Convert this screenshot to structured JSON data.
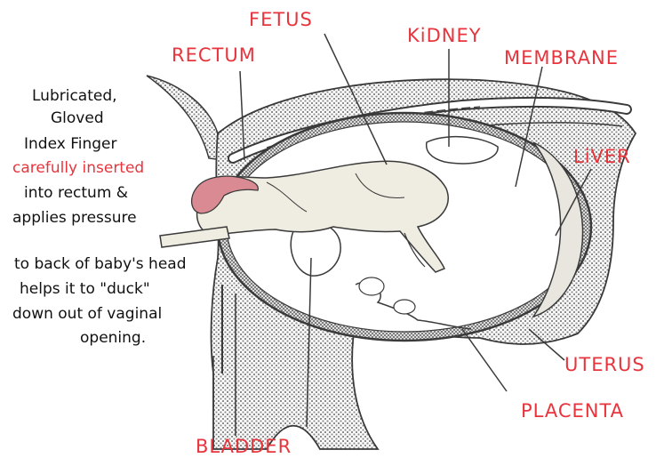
{
  "labels": {
    "fetus": "FETUS",
    "rectum": "RECTUM",
    "kidney": "KiDNEY",
    "membrane": "MEMBRANE",
    "liver": "LiVER",
    "uterus": "UTERUS",
    "placenta": "PLACENTA",
    "bladder": "BLADDER"
  },
  "instructions": {
    "line1": "Lubricated,",
    "line2": "Gloved",
    "line3": "Index Finger",
    "line4_highlight": "carefully inserted",
    "line5": "into rectum &",
    "line6": "applies pressure",
    "line7": "to back of baby's head",
    "line8": "helps it to \"duck\"",
    "line9": "down out of vaginal",
    "line10": "opening."
  },
  "colors": {
    "label_red": "#e8343c",
    "tissue_pattern": "#8c8c8c",
    "fetus_fill": "#efece1",
    "glove_fill": "#d98a92",
    "outline": "#3a3a3a"
  }
}
